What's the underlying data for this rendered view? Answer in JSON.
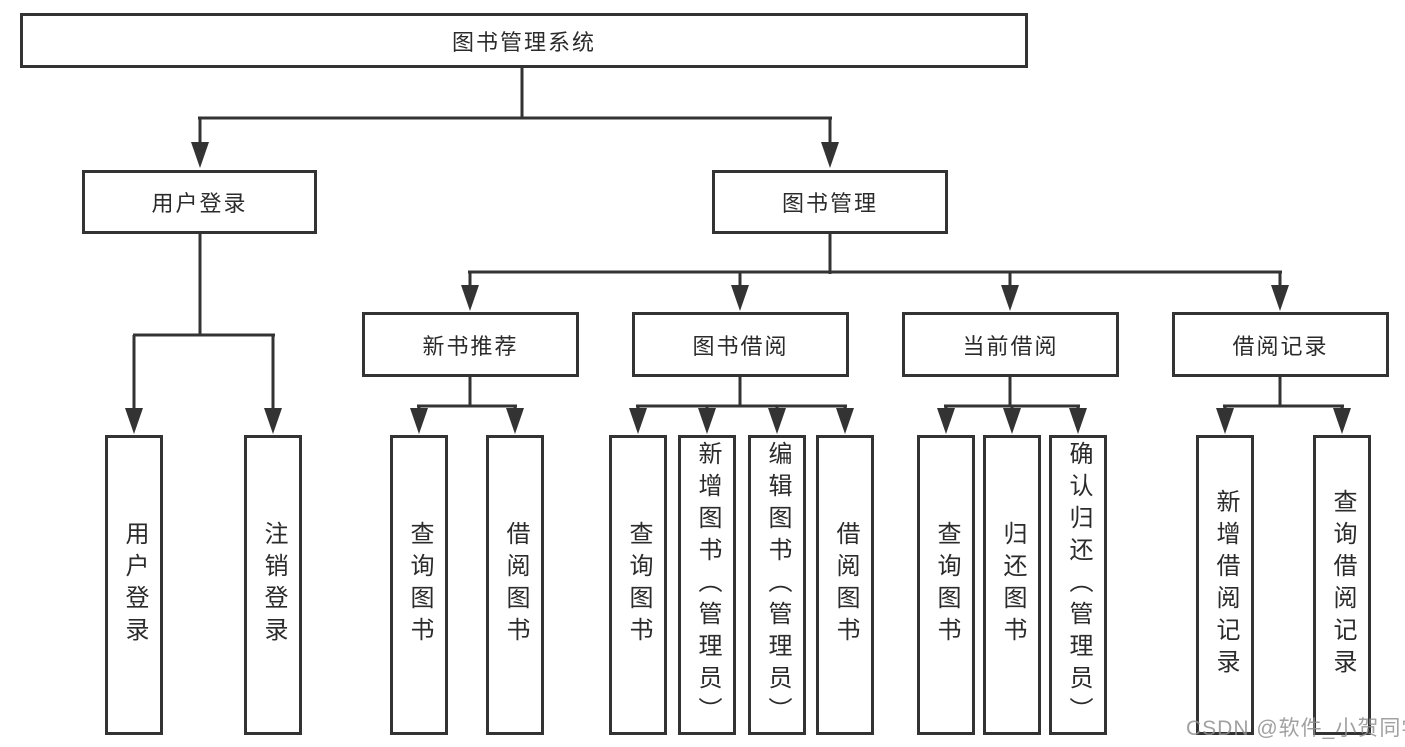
{
  "diagram": {
    "type": "tree-diagram",
    "title": "图书管理系统",
    "nodes": {
      "root": "图书管理系统",
      "level2": {
        "login": "用户登录",
        "management": "图书管理"
      },
      "level3": [
        "新书推荐",
        "图书借阅",
        "当前借阅",
        "借阅记录"
      ],
      "login_children": [
        "用户登录",
        "注销登录"
      ],
      "recommend_children": [
        "查询图书",
        "借阅图书"
      ],
      "borrow_children": [
        "查询图书",
        "新增图书（管理员）",
        "编辑图书（管理员）",
        "借阅图书"
      ],
      "current_children": [
        "查询图书",
        "归还图书",
        "确认归还（管理员）"
      ],
      "records_children": [
        "新增借阅记录",
        "查询借阅记录"
      ]
    },
    "watermark": "CSDN @软件_小贺同学",
    "colors": {
      "background": "#ffffff",
      "line": "#333333",
      "text": "#2b2b2b",
      "watermark": "#919191"
    }
  }
}
